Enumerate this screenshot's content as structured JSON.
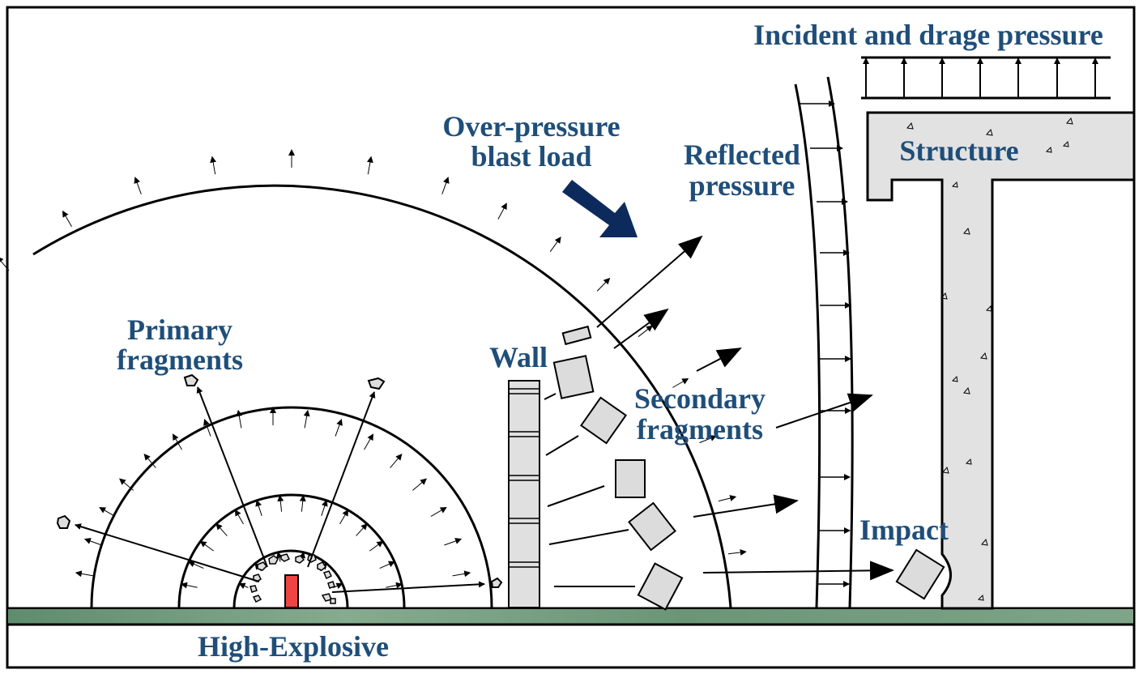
{
  "labels": {
    "incident": "Incident and drage pressure",
    "overpressure_line1": "Over-pressure",
    "overpressure_line2": "blast load",
    "reflected_line1": "Reflected",
    "reflected_line2": "pressure",
    "structure": "Structure",
    "primary_line1": "Primary",
    "primary_line2": "fragments",
    "wall": "Wall",
    "secondary_line1": "Secondary",
    "secondary_line2": "fragments",
    "impact": "Impact",
    "high_explosive": "High-Explosive"
  },
  "colors": {
    "label": "#1f4e79",
    "arrow_dark": "#0d2a5c",
    "explosive": "#ee4444",
    "ground": "#6e9a7c",
    "concrete": "#e2e2e2"
  },
  "icons": {
    "blast_direction": "thick-arrow-icon",
    "explosive_charge": "explosive-charge-icon"
  }
}
